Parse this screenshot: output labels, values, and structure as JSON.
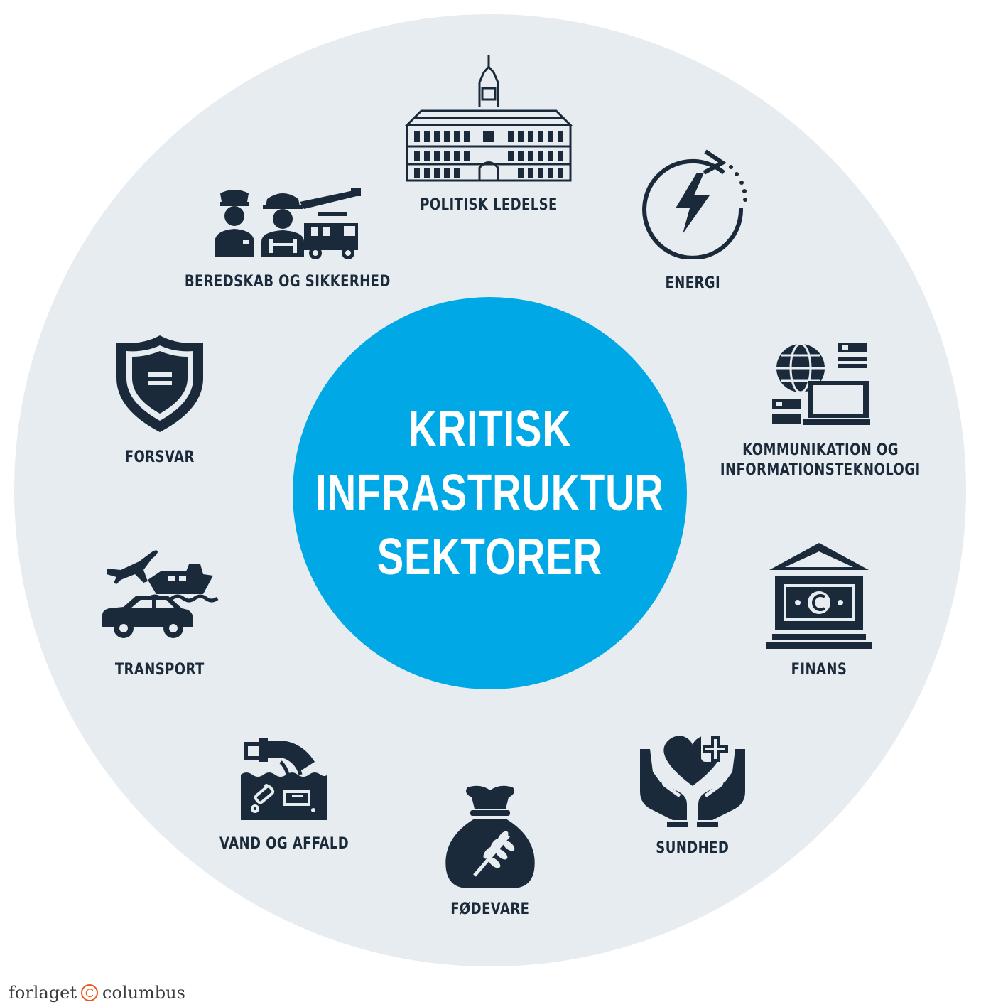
{
  "center": {
    "line1": "KRITISK",
    "line2": "INFRASTRUKTUR",
    "line3": "SEKTORER"
  },
  "sectors": {
    "politisk": {
      "label": "POLITISK LEDELSE",
      "icon": "parliament-building-icon"
    },
    "energi": {
      "label": "ENERGI",
      "icon": "lightning-cycle-icon"
    },
    "kommunikation": {
      "line1": "KOMMUNIKATION OG",
      "line2": "INFORMATIONSTEKNOLOGI",
      "icon": "globe-computer-server-icon"
    },
    "finans": {
      "label": "FINANS",
      "icon": "bank-money-icon"
    },
    "sundhed": {
      "label": "SUNDHED",
      "icon": "hands-heart-cross-icon"
    },
    "fodevare": {
      "label": "FØDEVARE",
      "icon": "grain-sack-icon"
    },
    "vand": {
      "label": "VAND OG AFFALD",
      "icon": "pipe-water-waste-icon"
    },
    "transport": {
      "label": "TRANSPORT",
      "icon": "plane-boat-car-icon"
    },
    "forsvar": {
      "label": "FORSVAR",
      "icon": "shield-icon"
    },
    "beredskab": {
      "label": "BEREDSKAB OG SIKKERHED",
      "icon": "police-firefighter-truck-icon"
    }
  },
  "footer": {
    "left": "forlaget",
    "mark": "C",
    "right": "columbus"
  },
  "colors": {
    "ring": "#e7ecf0",
    "hub": "#00a9e6",
    "icon": "#1b2a3a",
    "accent": "#e85a1c"
  }
}
